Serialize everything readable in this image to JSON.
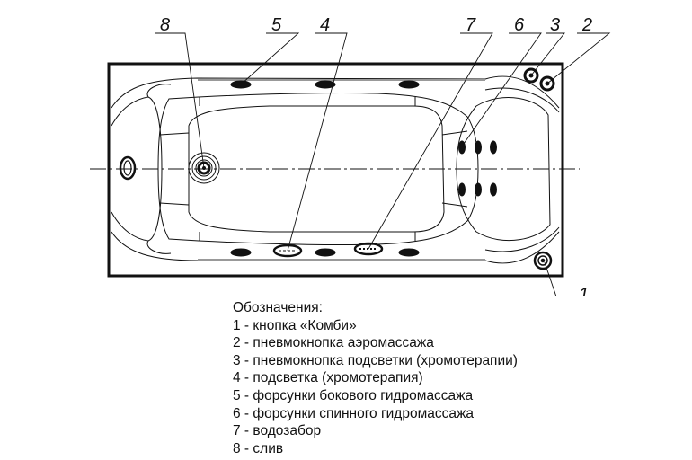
{
  "diagram": {
    "callouts": [
      "1",
      "2",
      "3",
      "4",
      "5",
      "6",
      "7",
      "8"
    ],
    "colors": {
      "line": "#111111",
      "background": "#ffffff"
    }
  },
  "legend": {
    "title": "Обозначения:",
    "items": [
      "1 - кнопка «Комби»",
      "2 - пневмокнопка аэромассажа",
      "3 - пневмокнопка подсветки (хромотерапии)",
      "4 - подсветка (хромотерапия)",
      "5 - форсунки бокового гидромассажа",
      "6 - форсунки спинного гидромассажа",
      "7 - водозабор",
      "8 - слив"
    ]
  }
}
